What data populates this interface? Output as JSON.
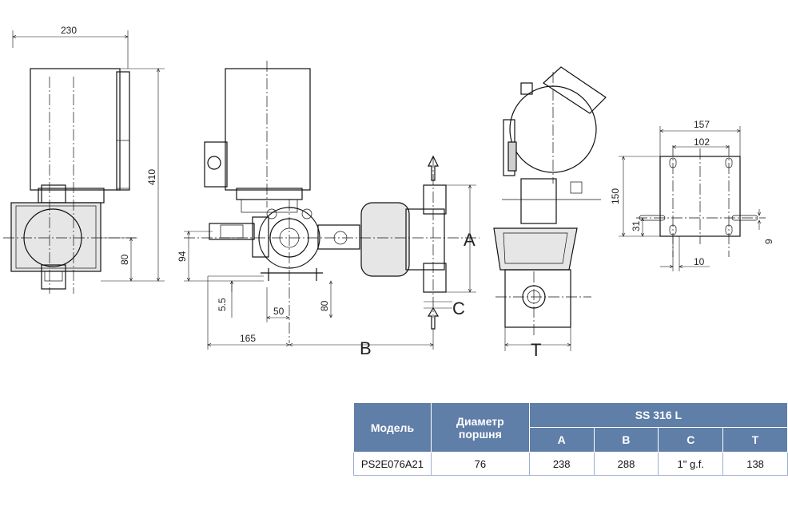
{
  "dimensions": {
    "d230": "230",
    "d410": "410",
    "d80_left": "80",
    "d94": "94",
    "d5_5": "5.5",
    "d50": "50",
    "d80_mid": "80",
    "d165": "165",
    "dB": "B",
    "dA": "A",
    "dC": "C",
    "dT": "T",
    "d157": "157",
    "d102": "102",
    "d150": "150",
    "d31": "31",
    "d9": "9",
    "d10": "10"
  },
  "table": {
    "col_model": "Модель",
    "col_piston": "Диаметр поршня",
    "col_material": "SS 316 L",
    "col_a": "A",
    "col_b": "B",
    "col_c": "C",
    "col_t": "T",
    "rows": [
      {
        "model": "PS2E076A21",
        "piston": "76",
        "a": "238",
        "b": "288",
        "c": "1\" g.f.",
        "t": "138"
      }
    ]
  },
  "colors": {
    "header_bg": "#5f7ea8",
    "header_text": "#ffffff"
  }
}
